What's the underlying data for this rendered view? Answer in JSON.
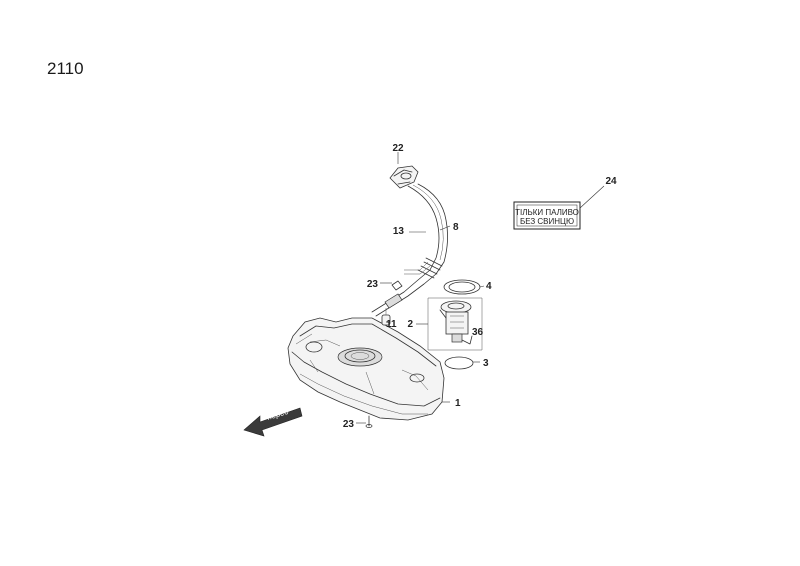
{
  "page_code": "2110",
  "callouts": {
    "c1": "1",
    "c2": "2",
    "c3": "3",
    "c4": "4",
    "c8": "8",
    "c11": "11",
    "c13": "13",
    "c22": "22",
    "c23_upper": "23",
    "c23_lower": "23",
    "c24": "24",
    "c36": "36"
  },
  "sticker": {
    "line1": "ТІЛЬКИ ПАЛИВО",
    "line2": "БЕЗ СВИНЦЮ"
  },
  "direction_arrow": {
    "label": "перед"
  }
}
